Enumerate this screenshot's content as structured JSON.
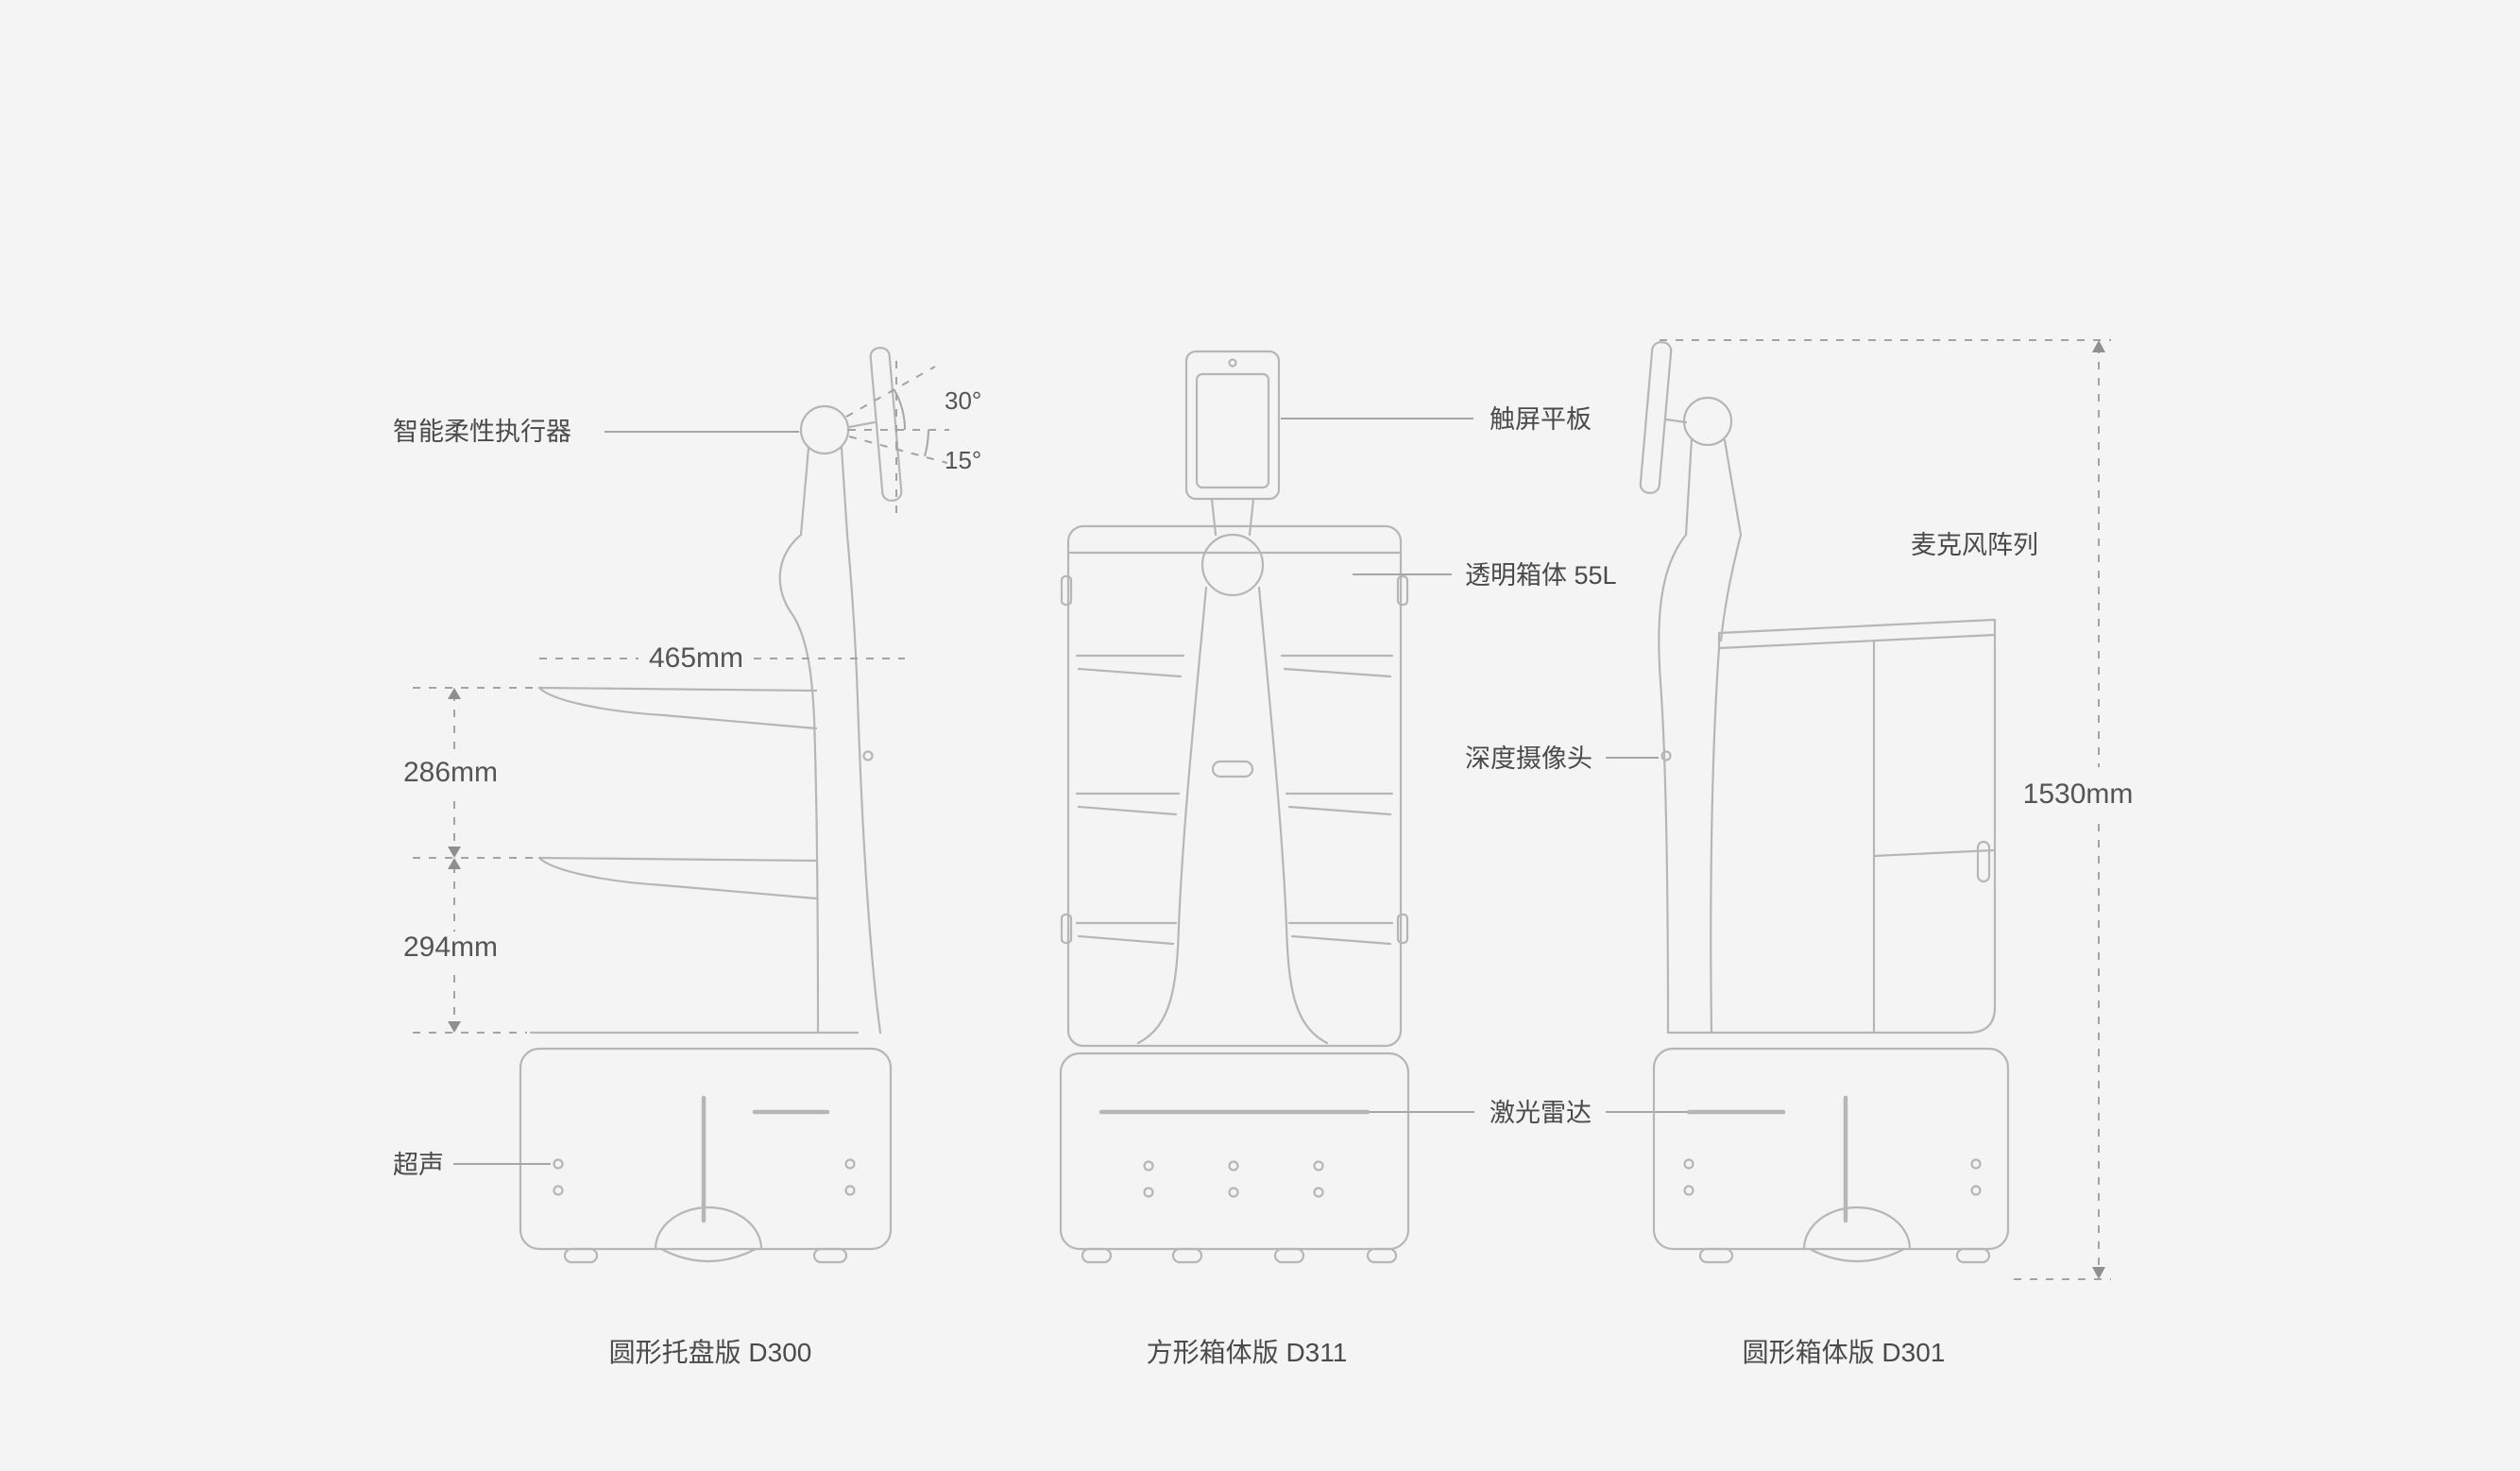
{
  "canvas": {
    "background": "#f4f4f4",
    "line_color": "#b6b6b6",
    "annotation_color": "#a6a6a6",
    "text_color": "#4a4a4a"
  },
  "robot_d300": {
    "caption": "圆形托盘版 D300",
    "label_actuator": "智能柔性执行器",
    "label_ultrasonic": "超声",
    "dim_width": "465mm",
    "dim_gap_upper": "286mm",
    "dim_gap_lower": "294mm",
    "angle_up": "30°",
    "angle_down": "15°"
  },
  "robot_d311": {
    "caption": "方形箱体版 D311",
    "label_tablet": "触屏平板",
    "label_cabinet": "透明箱体 55L",
    "label_depth_camera": "深度摄像头",
    "label_lidar": "激光雷达"
  },
  "robot_d301": {
    "caption": "圆形箱体版 D301",
    "label_microphone": "麦克风阵列",
    "dim_height": "1530mm"
  }
}
